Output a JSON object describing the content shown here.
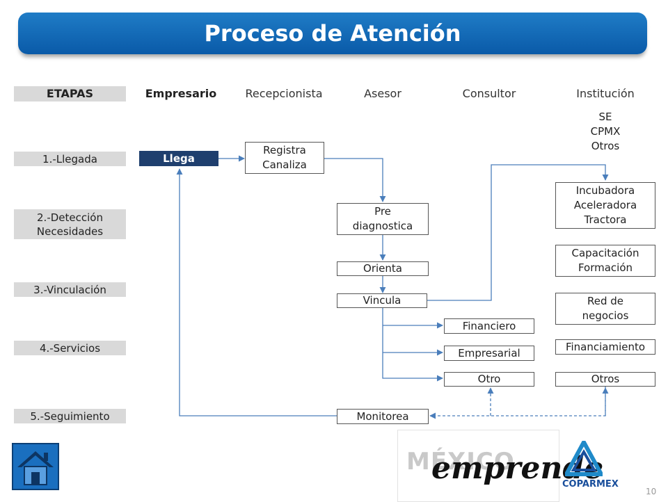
{
  "title": "Proceso de Atención",
  "columns": {
    "etapas": "ETAPAS",
    "empresario": "Empresario",
    "recepcionista": "Recepcionista",
    "asesor": "Asesor",
    "consultor": "Consultor",
    "institucion": "Institución"
  },
  "stages": [
    "1.-Llegada",
    "2.-Detección\nNecesidades",
    "3.-Vinculación",
    "4.-Servicios",
    "5.-Seguimiento"
  ],
  "nodes": {
    "llega": "Llega",
    "registra": "Registra\nCanaliza",
    "prediagnostica": "Pre\ndiagnostica",
    "orienta": "Orienta",
    "vincula": "Vincula",
    "financiero": "Financiero",
    "empresarial": "Empresarial",
    "otro": "Otro",
    "monitorea": "Monitorea",
    "se_cpmx": "SE\nCPMX\nOtros",
    "incubadora": "Incubadora\nAceleradora\nTractora",
    "capacitacion": "Capacitación\nFormación",
    "red": "Red de\nnegocios",
    "financiamiento": "Financiamiento",
    "otros": "Otros"
  },
  "logo": {
    "mexico": "MÉXICO",
    "emprende": "emprende",
    "coparmex": "COPARMEX"
  },
  "icons": {
    "home": "home-icon"
  },
  "colors": {
    "banner": "#1a6fbf",
    "llega_fill": "#1f3f6e",
    "arrow": "#4a7ebb"
  },
  "page_number": "10"
}
